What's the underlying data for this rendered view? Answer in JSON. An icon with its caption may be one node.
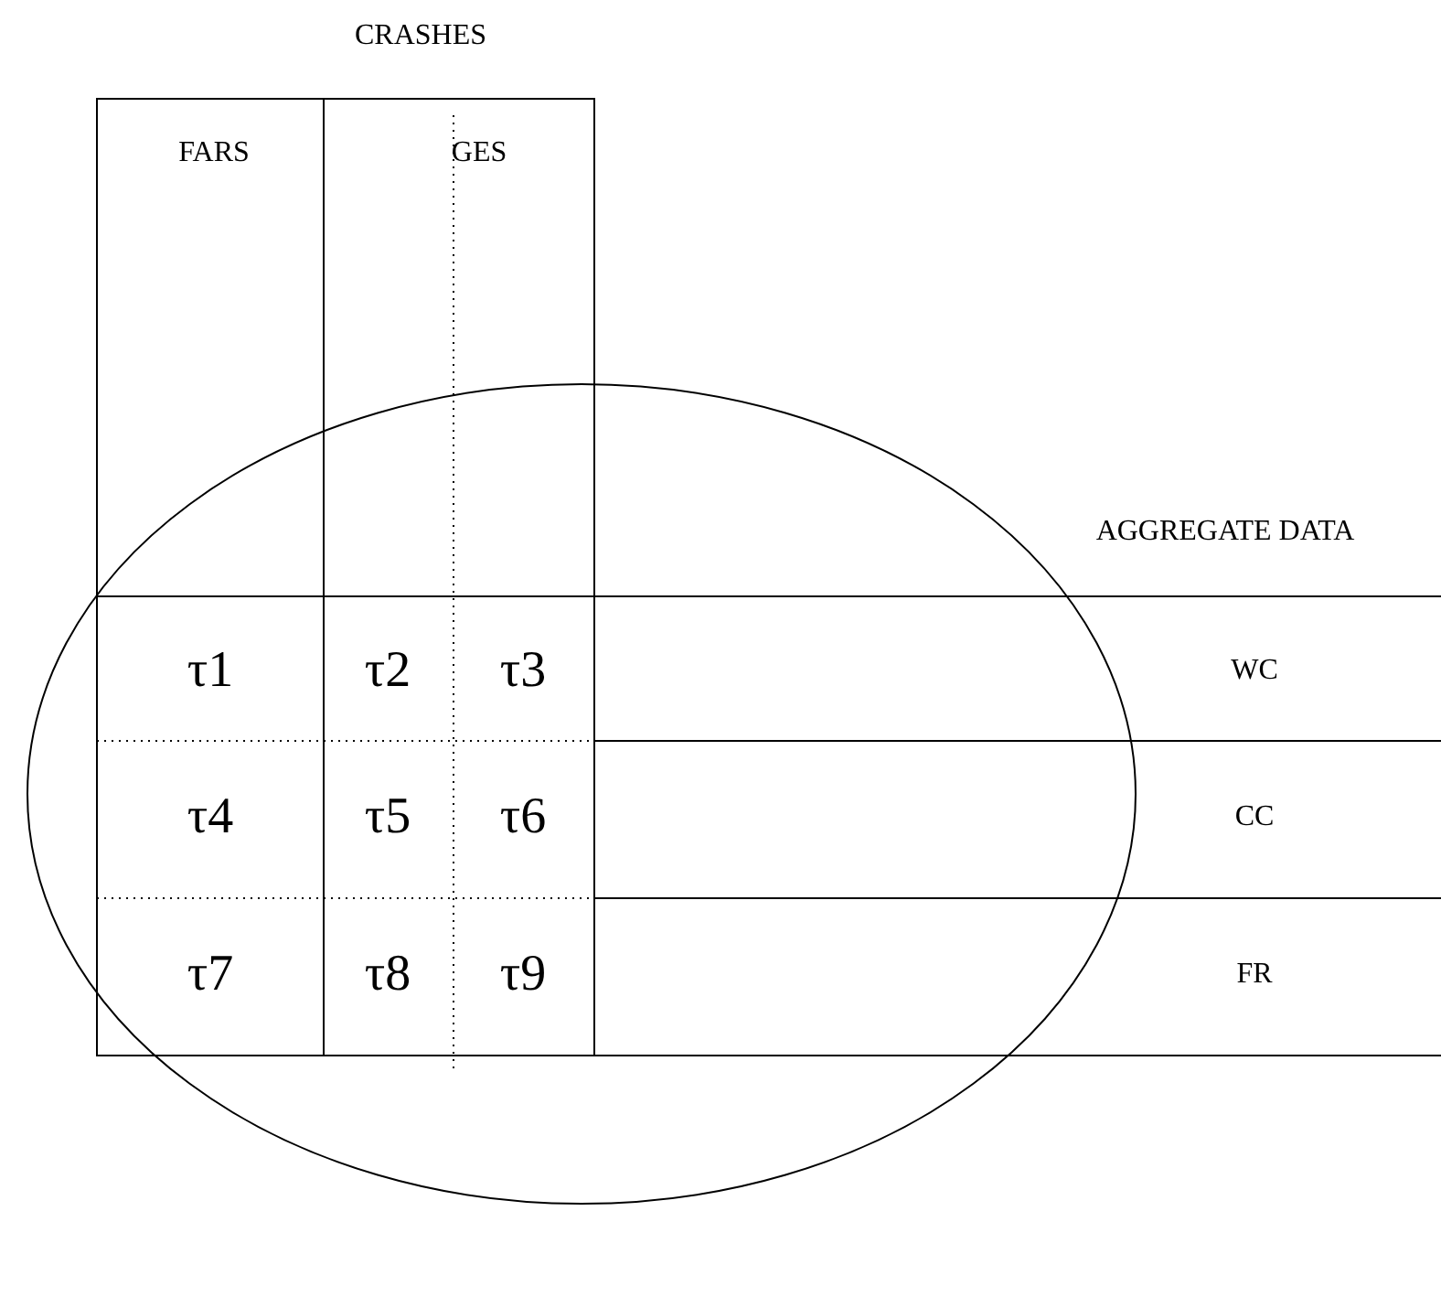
{
  "diagram": {
    "labels": [
      "CRASHES",
      "FARS",
      "GES",
      "AGGREGATE DATA",
      "τ1",
      "τ2",
      "τ3",
      "WC",
      "τ4",
      "τ5",
      "τ6",
      "CC",
      "τ7",
      "τ8",
      "τ9",
      "FR"
    ]
  }
}
